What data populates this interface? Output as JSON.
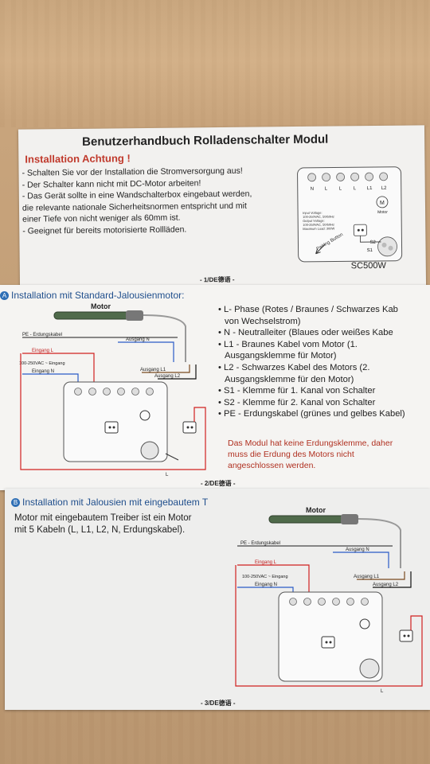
{
  "page1": {
    "title": "Benutzerhandbuch Rolladenschalter Modul",
    "warning_heading": "Installation Achtung !",
    "lines": [
      "- Schalten Sie vor der Installation die Stromversorgung aus!",
      "- Der Schalter kann nicht mit DC-Motor arbeiten!",
      "- Das Gerät sollte in eine Wandschalterbox eingebaut werden,",
      "die relevante nationale Sicherheitsnormen entspricht und mit",
      "einer Tiefe von nicht weniger als 60mm ist.",
      "- Geeignet für bereits motorisierte Rollläden."
    ],
    "model": "SC500W",
    "page_number": "- 1/DE德语 -",
    "diagram": {
      "terminals": [
        "N",
        "L",
        "L",
        "L",
        "L1",
        "L2"
      ],
      "labels": [
        "Input Voltage:",
        "100-250VAC, 50/60Hz",
        "Output Voltage:",
        "100-250VAC, 50/60Hz",
        "Maximum Load: 300W",
        "Pairing Button",
        "S1",
        "S2",
        "Motor",
        "M"
      ]
    }
  },
  "page2": {
    "heading": "Installation mit Standard-Jalousienmotor:",
    "badge": "A",
    "bullets": [
      "• L- Phase (Rotes / Braunes / Schwarzes Kab",
      "von Wechselstrom)",
      "• N - Neutralleiter (Blaues oder weißes Kabe",
      "• L1 - Braunes Kabel vom Motor (1.",
      "Ausgangsklemme für Motor)",
      "• L2 - Schwarzes Kabel des Motors (2.",
      "Ausgangsklemme für den Motor)",
      "• S1 - Klemme für 1. Kanal von Schalter",
      "• S2 - Klemme für 2. Kanal von Schalter",
      "• PE - Erdungskabel (grünes und gelbes Kabel)"
    ],
    "note": [
      "Das Modul hat keine Erdungsklemme, daher",
      "muss die Erdung des Motors nicht",
      "angeschlossen werden."
    ],
    "page_number": "- 2/DE德语 -",
    "diagram": {
      "motor": "Motor",
      "pe": "PE - Erdungskabel",
      "ausgang_n": "Ausgang N",
      "eingang_l": "Eingang L",
      "input": "100-250VAC ~ Eingang",
      "eingang_n": "Eingang N",
      "ausgang_l1": "Ausgang L1",
      "ausgang_l2": "Ausgang L2",
      "l": "L"
    }
  },
  "page3": {
    "heading": "Installation mit Jalousien mit eingebautem T",
    "badge": "B",
    "text": [
      "Motor mit eingebautem Treiber ist ein Motor",
      "mit 5 Kabeln (L, L1, L2, N, Erdungskabel)."
    ],
    "page_number": "- 3/DE德语 -",
    "diagram": {
      "motor": "Motor",
      "pe": "PE - Erdungskabel",
      "ausgang_n": "Ausgang N",
      "eingang_l": "Eingang L",
      "input": "100-250VAC ~ Eingang",
      "eingang_n": "Eingang N",
      "ausgang_l1": "Ausgang L1",
      "ausgang_l2": "Ausgang L2",
      "l": "L"
    }
  }
}
